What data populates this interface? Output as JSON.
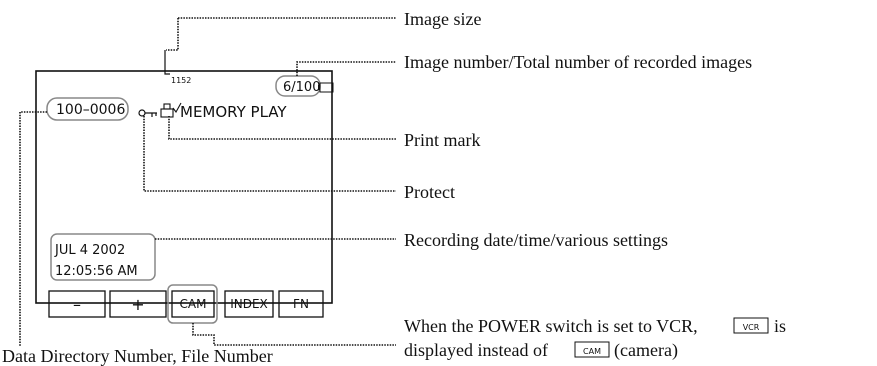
{
  "screen": {
    "image_size_value": "1152",
    "image_counter": "6/100",
    "file_number": "100–0006",
    "mode_label": "MEMORY PLAY",
    "date": "JUL 4 2002",
    "time": "12:05:56 AM",
    "buttons": [
      {
        "label": "–"
      },
      {
        "label": "+"
      },
      {
        "label": "CAM"
      },
      {
        "label": "INDEX"
      },
      {
        "label": "FN"
      }
    ]
  },
  "callouts": {
    "image_size": "Image size",
    "image_number": "Image number/Total number of recorded images",
    "print_mark": "Print mark",
    "protect": "Protect",
    "recording_date": "Recording date/time/various settings",
    "power_note_line1_a": "When the POWER switch is set to VCR,",
    "power_note_line1_b": "is",
    "power_note_vcr_key": "VCR",
    "power_note_line2_a": "displayed instead of",
    "power_note_cam_key": "CAM",
    "power_note_line2_b": "(camera)",
    "data_directory": "Data Directory Number, File Number"
  },
  "icons": {
    "protect": "key-icon",
    "print_mark": "print-mark-icon",
    "battery": "battery-icon"
  }
}
